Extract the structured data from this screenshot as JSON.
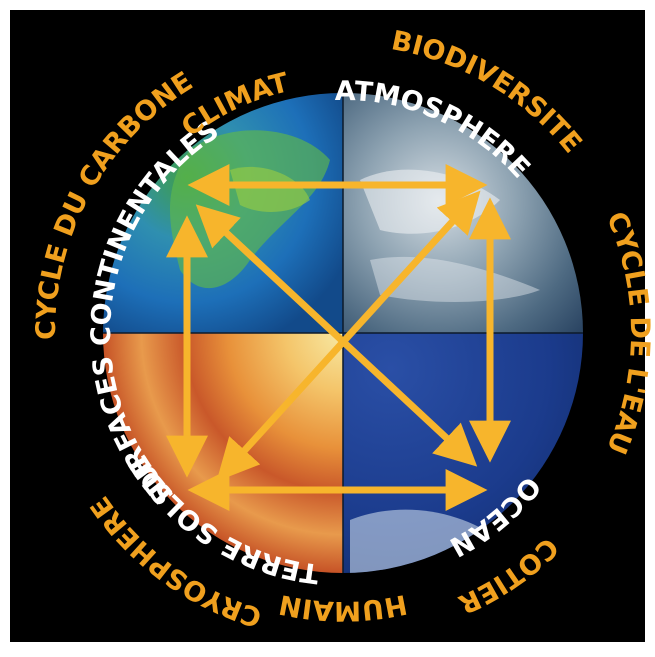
{
  "colors": {
    "background": "#000000",
    "frame": "#ffffff",
    "outer_label": "#f0a01e",
    "inner_label": "#ffffff",
    "arrow": "#f7b52c"
  },
  "outer_labels": {
    "climat": "CLIMAT",
    "biodiversite": "BIODIVERSITE",
    "cycle_carbone": "CYCLE DU CARBONE",
    "cycle_eau": "CYCLE DE L'EAU",
    "cryosphere": "CRYOSPHERE",
    "cotier": "COTIER",
    "humain": "HUMAIN"
  },
  "inner_labels": {
    "surfaces_continentales": "SURFACES CONTINENTALES",
    "atmosphere": "ATMOSPHERE",
    "ocean": "OCEAN",
    "terre_solide": "TERRE SOLIDE"
  },
  "quadrants": [
    {
      "name": "surfaces-continentales",
      "style": "vegetation"
    },
    {
      "name": "atmosphere",
      "style": "clouds"
    },
    {
      "name": "terre-solide",
      "style": "earth-layers"
    },
    {
      "name": "ocean",
      "style": "deep-water"
    }
  ]
}
